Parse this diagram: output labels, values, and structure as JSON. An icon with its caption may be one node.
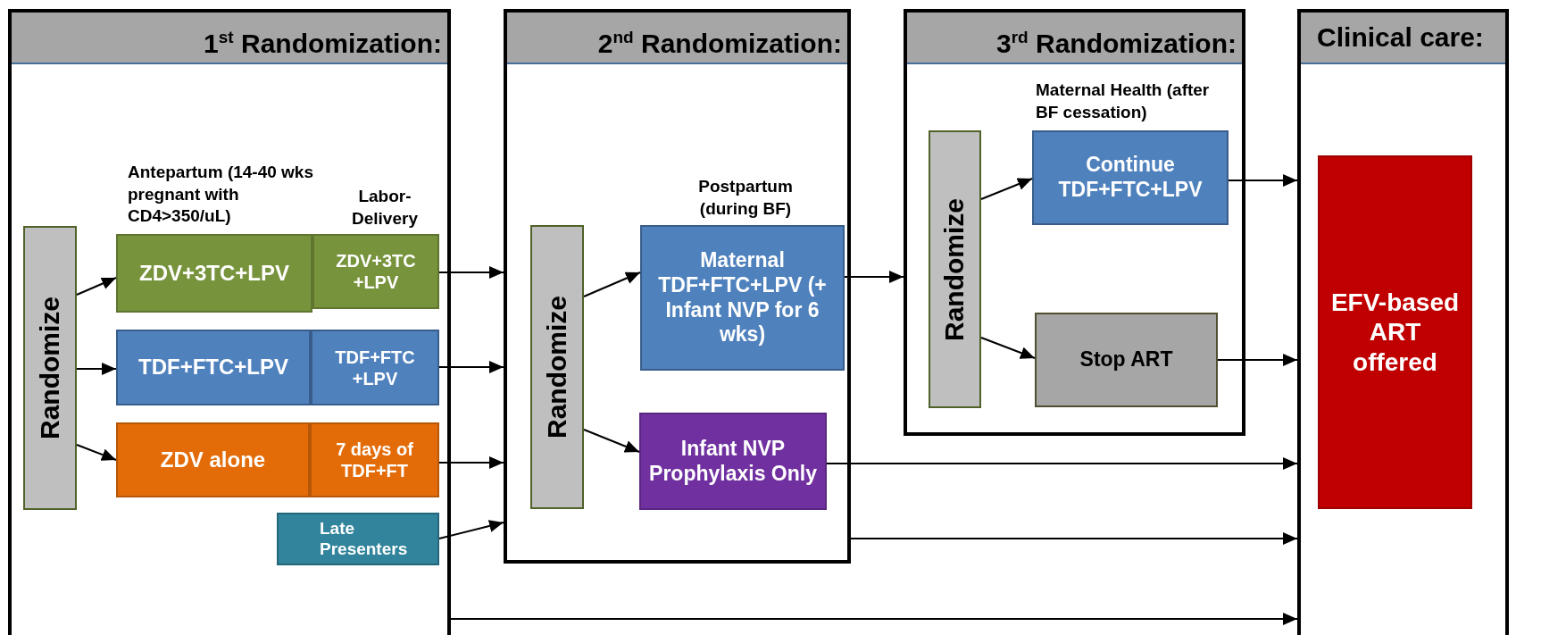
{
  "diagram": {
    "nodes": [
      {
        "text": [
          "1$^{st}$ Randomization:"
        ]
      },
      {
        "text": [
          "Randomize"
        ],
        "in": 0
      },
      {
        "text": [
          "ZDV+3TC+LPV"
        ],
        "in": 0,
        "beside": [
          "Antepartum (14-40 wks pregnant with CD4>350/uL)"
        ]
      },
      {
        "text": [
          "ZDV+3TC +LPV"
        ],
        "in": 0,
        "beside": [
          "Labor-Delivery"
        ]
      },
      {
        "text": [
          "TDF+FTC+LPV"
        ],
        "in": 0
      },
      {
        "text": [
          "TDF+FTC +LPV"
        ],
        "in": 0
      },
      {
        "text": [
          "ZDV alone"
        ],
        "in": 0
      },
      {
        "text": [
          "7 days of TDF+FT"
        ],
        "in": 0
      },
      {
        "text": [
          "Late Presenters"
        ],
        "in": 0
      },
      {
        "text": [
          "2$^{nd}$ Randomization:"
        ]
      },
      {
        "text": [
          "Randomize"
        ],
        "in": 9
      },
      {
        "text": [
          "Maternal TDF+FTC+LPV (+ Infant NVP for 6 wks)"
        ],
        "in": 9,
        "beside": [
          "Postpartum (during BF)"
        ]
      },
      {
        "text": [
          "Infant NVP Prophylaxis Only"
        ],
        "in": 9
      },
      {
        "text": [
          "3$^{rd}$ Randomization:"
        ]
      },
      {
        "text": [
          "Randomize"
        ],
        "in": 13
      },
      {
        "text": [
          "Continue TDF+FTC+LPV"
        ],
        "in": 13,
        "beside": [
          "Maternal Health (after BF cessation)"
        ]
      },
      {
        "text": [
          "Stop ART"
        ],
        "in": 13
      },
      {
        "text": [
          "Clinical care:"
        ]
      },
      {
        "text": [
          "EFV-based ART offered"
        ],
        "in": 17
      }
    ],
    "edges": [
      {
        "from": 1,
        "to": 2,
        "arrow": "to"
      },
      {
        "from": 1,
        "to": 4,
        "arrow": "to"
      },
      {
        "from": 1,
        "to": 6,
        "arrow": "to"
      },
      {
        "from": 3,
        "to": 9,
        "arrow": "to"
      },
      {
        "from": 5,
        "to": 9,
        "arrow": "to"
      },
      {
        "from": 7,
        "to": 9,
        "arrow": "to"
      },
      {
        "from": 8,
        "to": 9,
        "arrow": "to"
      },
      {
        "from": 0,
        "to": 17,
        "arrow": "to"
      },
      {
        "from": 10,
        "to": 11,
        "arrow": "to"
      },
      {
        "from": 10,
        "to": 12,
        "arrow": "to"
      },
      {
        "from": 11,
        "to": 13,
        "arrow": "to"
      },
      {
        "from": 12,
        "to": 17,
        "arrow": "to"
      },
      {
        "from": 9,
        "to": 17,
        "arrow": "to"
      },
      {
        "from": 14,
        "to": 15,
        "arrow": "to"
      },
      {
        "from": 14,
        "to": 16,
        "arrow": "to"
      },
      {
        "from": 15,
        "to": 17,
        "arrow": "to"
      },
      {
        "from": 16,
        "to": 17,
        "arrow": "to"
      }
    ]
  }
}
